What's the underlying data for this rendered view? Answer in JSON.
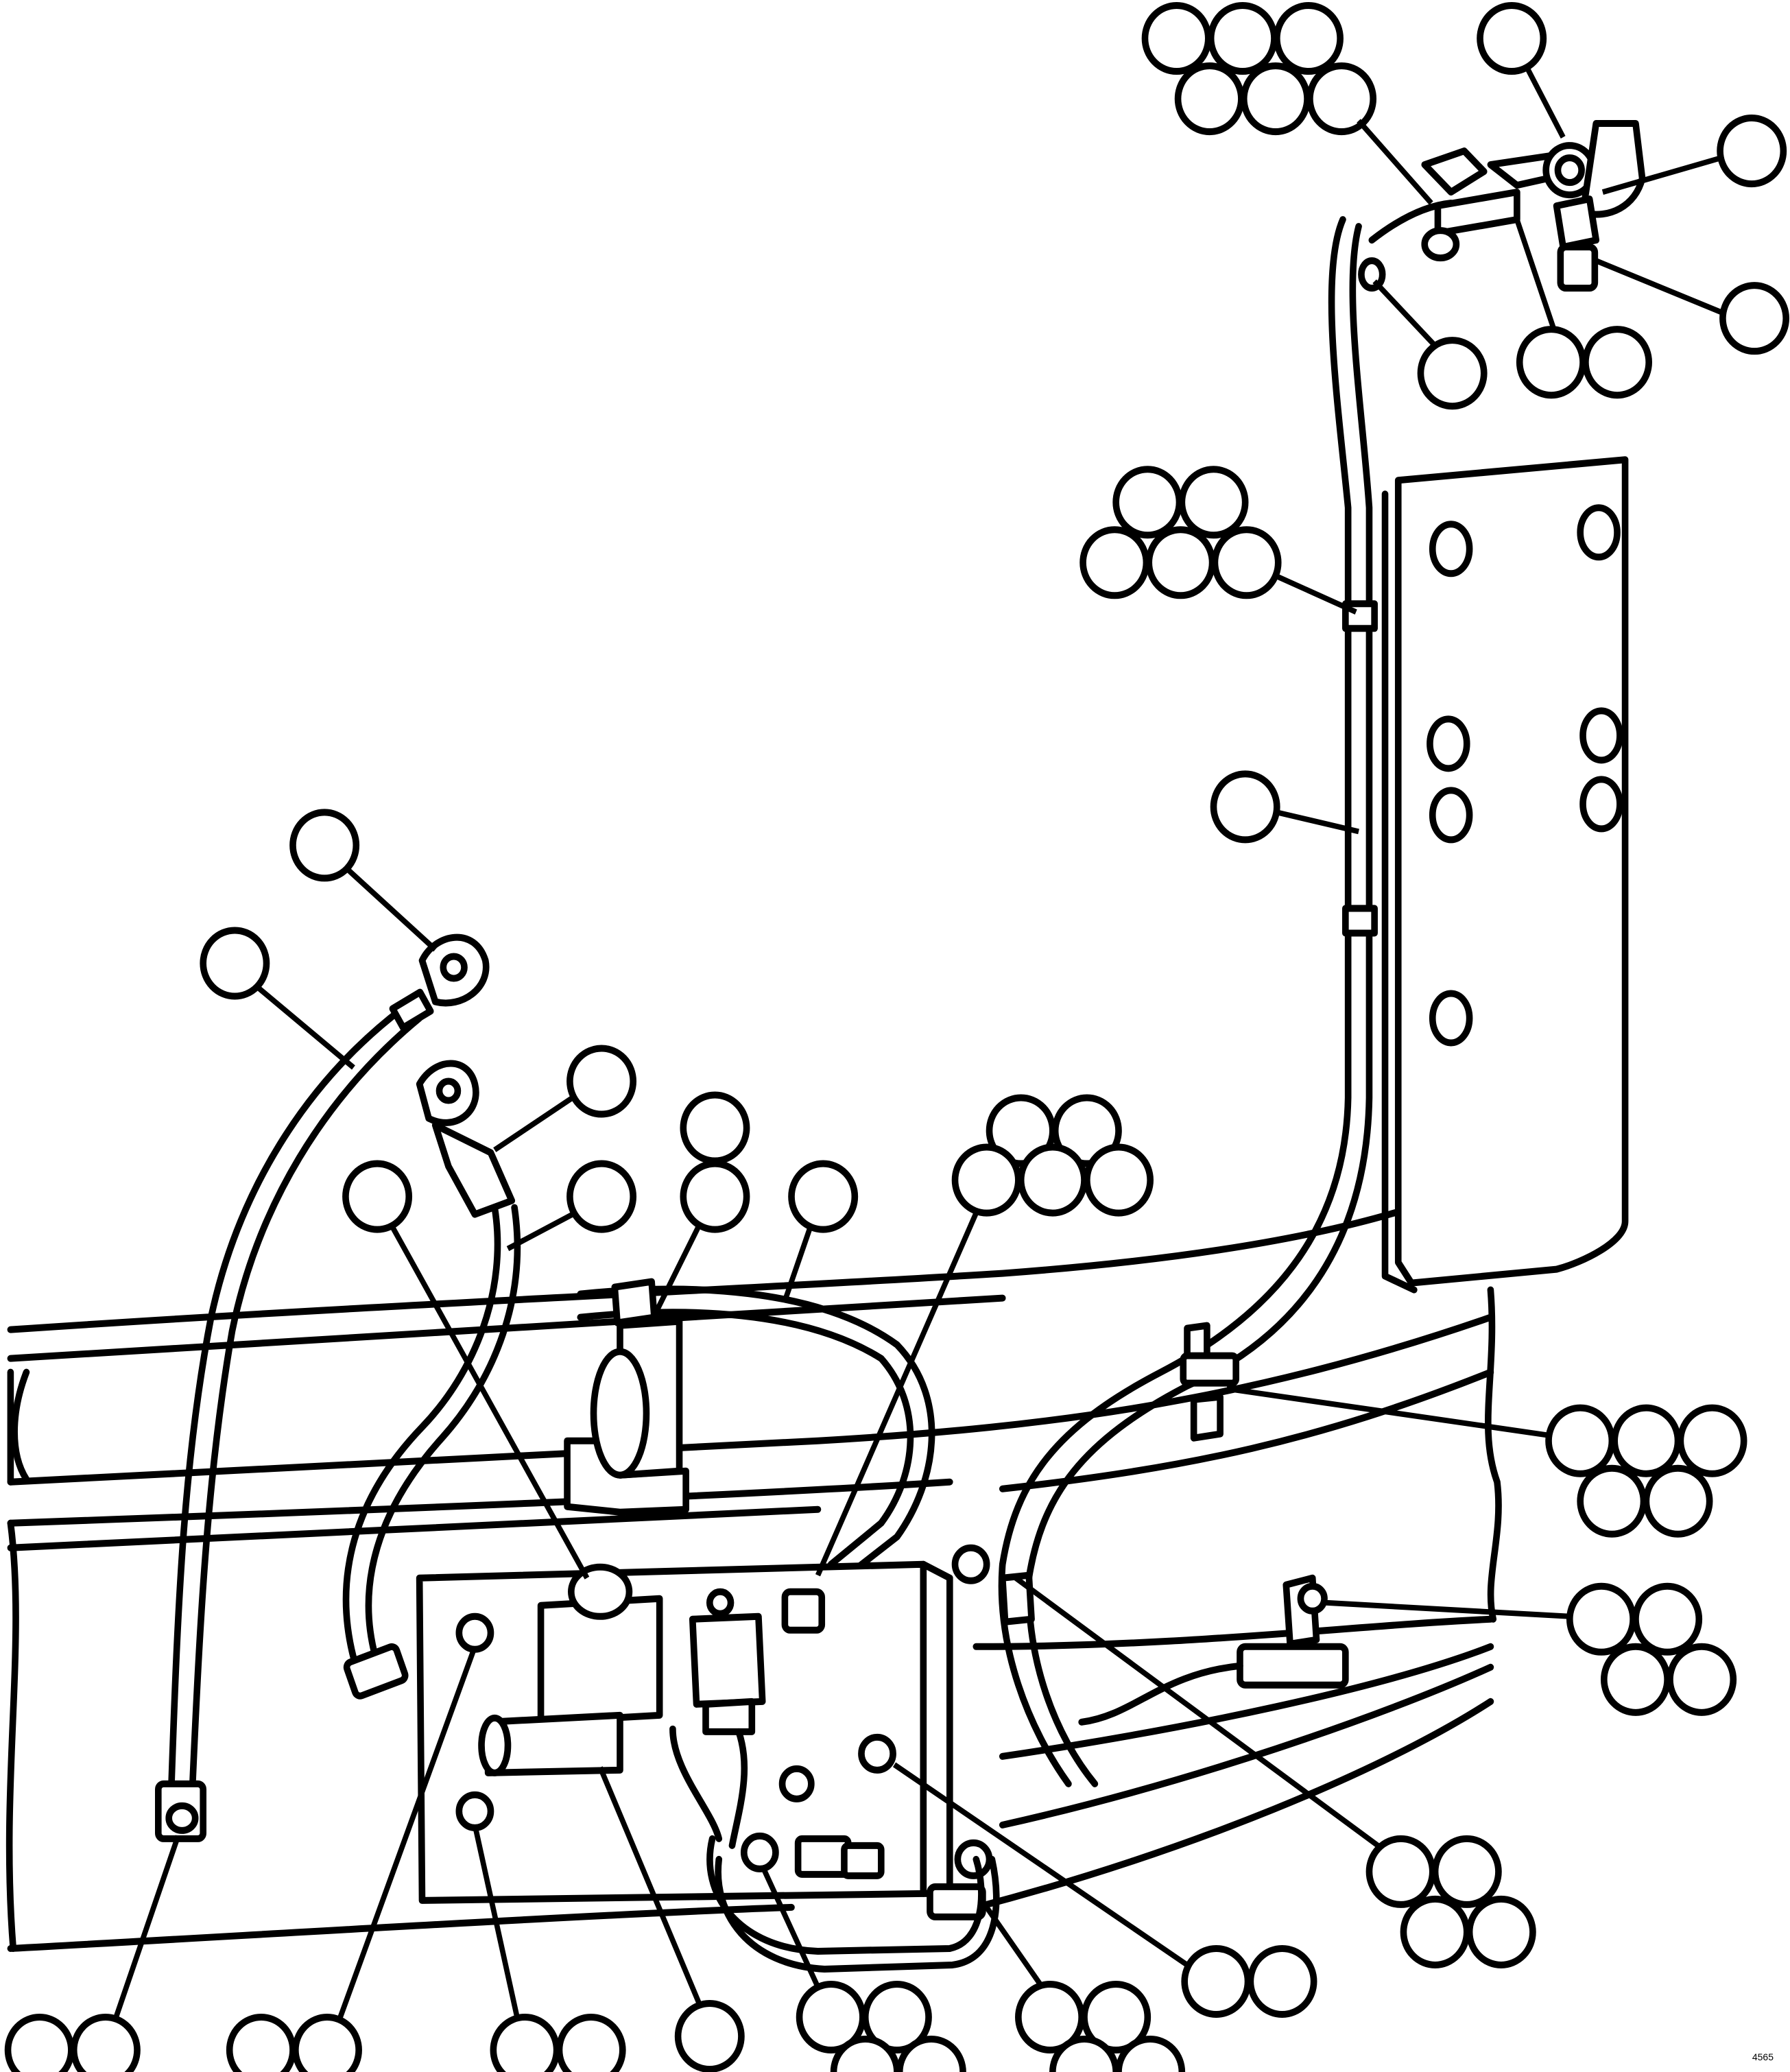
{
  "figure": {
    "corner_code": "4565"
  },
  "callout_groups": [
    {
      "id": "g-top-left",
      "bubble_count": 6
    },
    {
      "id": "g-top-single",
      "bubble_count": 1
    },
    {
      "id": "g-top-right",
      "bubble_count": 1
    },
    {
      "id": "g-top-right-low",
      "bubble_count": 1
    },
    {
      "id": "g-bracket",
      "bubble_count": 1
    },
    {
      "id": "g-fitting",
      "bubble_count": 2
    },
    {
      "id": "g-clamp-upper",
      "bubble_count": 5
    },
    {
      "id": "g-harness-vertical",
      "bubble_count": 1
    },
    {
      "id": "g-ground-terminal",
      "bubble_count": 1
    },
    {
      "id": "g-ground-cable",
      "bubble_count": 1
    },
    {
      "id": "g-terminal-cap",
      "bubble_count": 1
    },
    {
      "id": "g-cable-boot",
      "bubble_count": 1
    },
    {
      "id": "g-relay-stack",
      "bubble_count": 2
    },
    {
      "id": "g-harness-loop",
      "bubble_count": 1
    },
    {
      "id": "g-valve",
      "bubble_count": 1
    },
    {
      "id": "g-plate-clamp",
      "bubble_count": 5
    },
    {
      "id": "g-frame-clamp",
      "bubble_count": 5
    },
    {
      "id": "g-stud-right",
      "bubble_count": 4
    },
    {
      "id": "g-plate-nut",
      "bubble_count": 4
    },
    {
      "id": "g-ground-stud",
      "bubble_count": 2
    },
    {
      "id": "g-bottom-1",
      "bubble_count": 2
    },
    {
      "id": "g-bottom-2",
      "bubble_count": 2
    },
    {
      "id": "g-bottom-3",
      "bubble_count": 2
    },
    {
      "id": "g-bottom-4",
      "bubble_count": 1
    },
    {
      "id": "g-bottom-5",
      "bubble_count": 4
    },
    {
      "id": "g-bottom-6",
      "bubble_count": 4
    }
  ]
}
